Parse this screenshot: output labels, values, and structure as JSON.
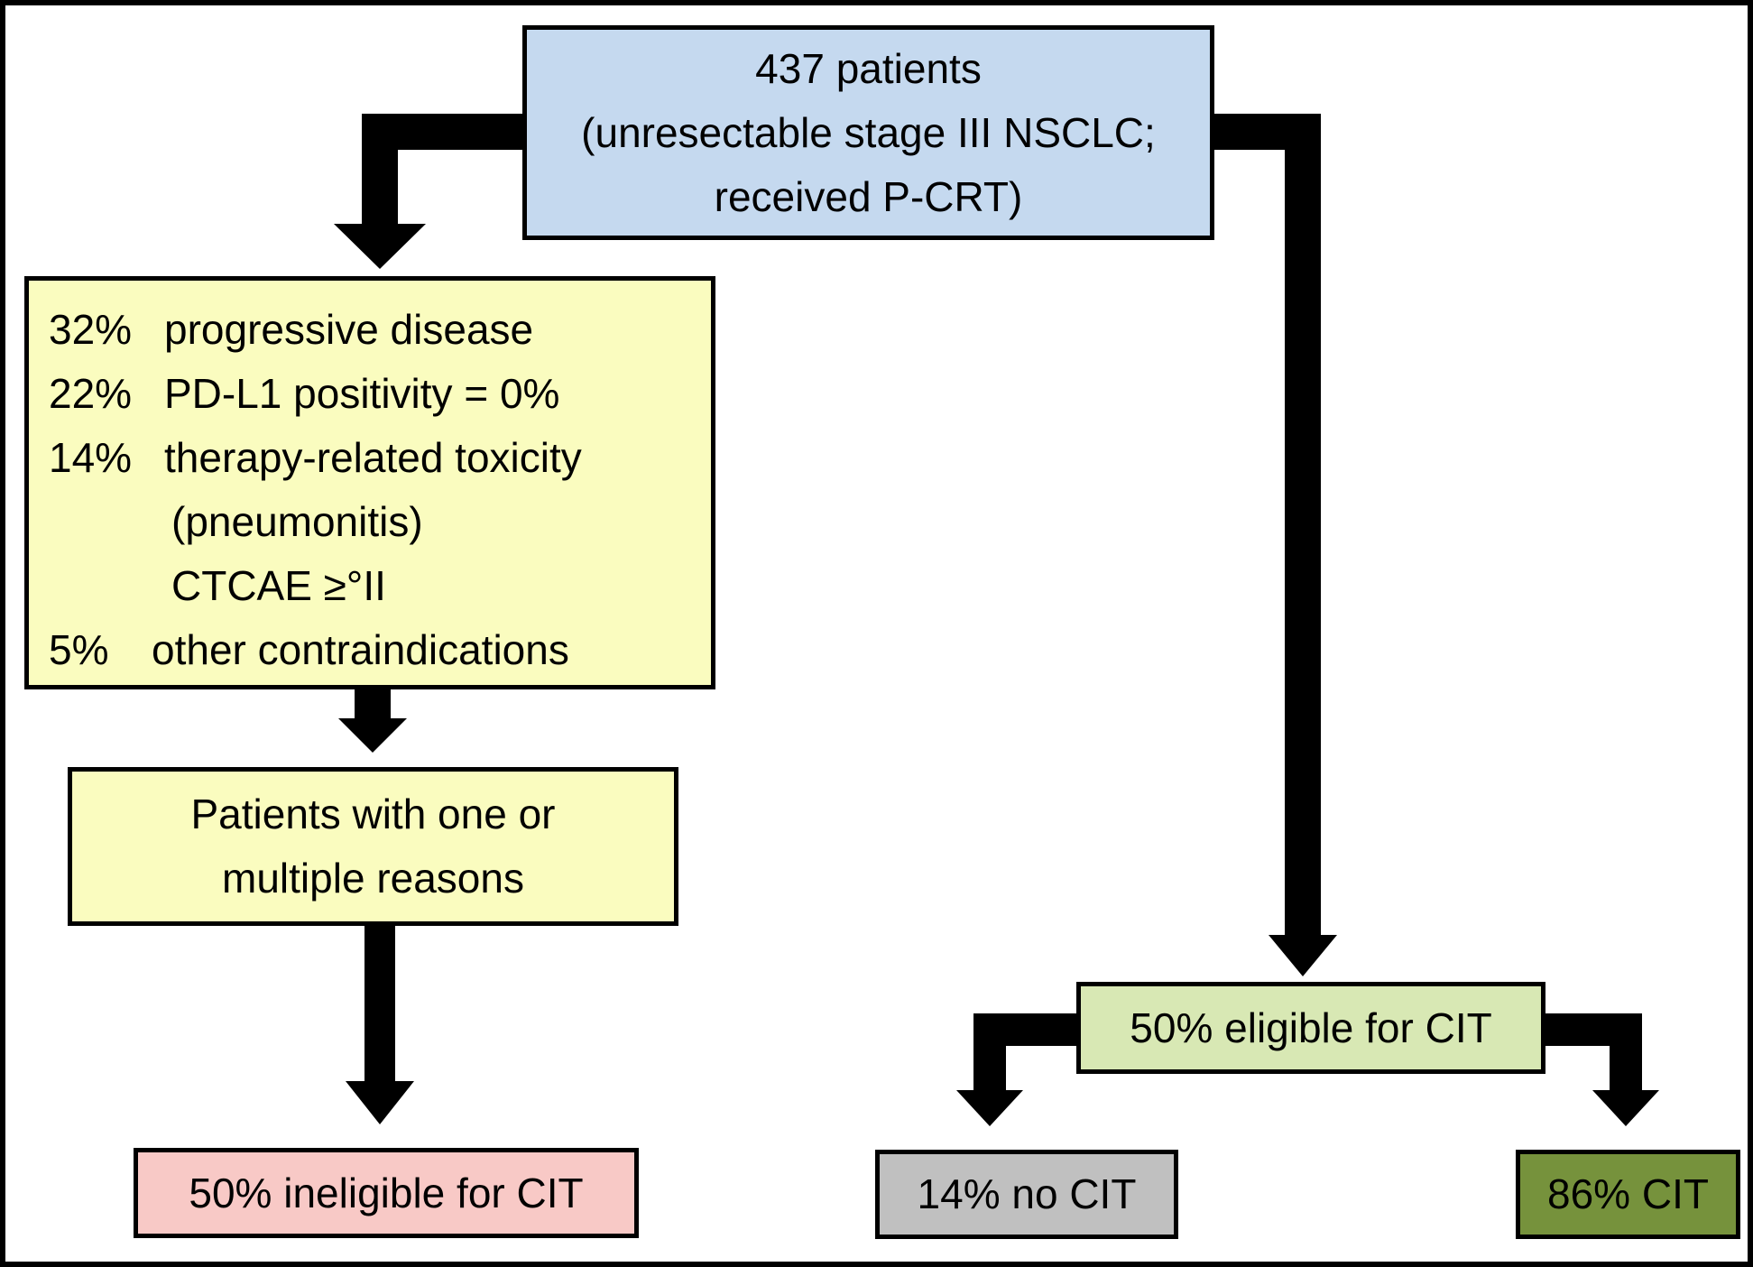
{
  "flowchart": {
    "total_box": {
      "line1": "437 patients",
      "line2": "(unresectable stage III NSCLC;",
      "line3": "received P-CRT)"
    },
    "reasons_box": {
      "items": [
        {
          "pct": "32%",
          "text": "progressive disease"
        },
        {
          "pct": "22%",
          "text": "PD-L1 positivity = 0%"
        },
        {
          "pct": "14%",
          "text": "therapy-related toxicity",
          "cont1": "(pneumonitis)",
          "cont2": "CTCAE ≥°II"
        },
        {
          "pct": "5%",
          "text": "other contraindications"
        }
      ]
    },
    "multi_box": {
      "line1": "Patients with one or",
      "line2": "multiple reasons"
    },
    "ineligible_box": {
      "label": "50% ineligible for CIT"
    },
    "eligible_box": {
      "label": "50% eligible for CIT"
    },
    "no_cit_box": {
      "label": "14% no CIT"
    },
    "cit_box": {
      "label": "86% CIT"
    },
    "colors": {
      "total": "#c5d9ef",
      "reasons": "#fafcbf",
      "ineligible": "#f8c9c6",
      "eligible": "#d8e8b4",
      "no_cit": "#c0c0c0",
      "cit": "#76923c",
      "arrows": "#000000"
    }
  }
}
